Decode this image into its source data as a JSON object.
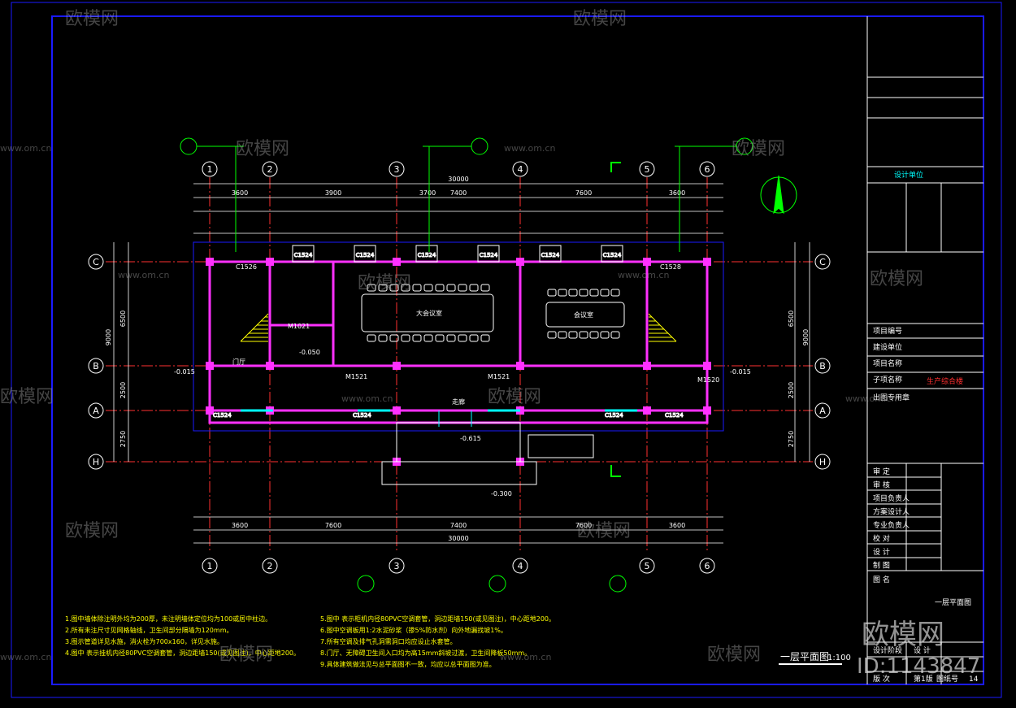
{
  "watermark": {
    "brand": "欧模网",
    "url": "www.om.cn",
    "id_label": "ID:1143847"
  },
  "colors": {
    "frame": "#1a1aff",
    "axis": "#ff3030",
    "wall": "#ff30ff",
    "dim": "#ffffff",
    "leader": "#00ff00",
    "cyan": "#00ffff",
    "yellow": "#ffff00",
    "bg": "#000000"
  },
  "axes": {
    "cols": [
      "1",
      "2",
      "3",
      "4",
      "5",
      "6"
    ],
    "rows": [
      "C",
      "B",
      "A",
      "H"
    ]
  },
  "dims": {
    "total": "30000",
    "top_bays": [
      "3600",
      "3900",
      "3700",
      "7400",
      "7600",
      "3600"
    ],
    "bottom_bays": [
      "3600",
      "7600",
      "7400",
      "7600",
      "3600"
    ],
    "left_spans": [
      "6500",
      "2500",
      "2750"
    ],
    "left_total": "9000"
  },
  "rooms": {
    "big_meeting": "大会议室",
    "meeting": "会议室",
    "c1524": "C1524",
    "c1526": "C1526",
    "c1528": "C1528",
    "m1021": "M1021",
    "m1521": "M1521",
    "m1520": "M1520",
    "lobby": "门厅",
    "corridor": "走廊"
  },
  "levels": {
    "l1": "-0.050",
    "l2": "-0.015",
    "l3": "-0.300",
    "l4": "-0.615"
  },
  "drawing": {
    "title": "一层平面图",
    "scale": "1:100"
  },
  "notes": [
    "1.图中墙体除注明外均为200厚，未注明墙体定位均为100或居中柱边。",
    "2.所有未注尺寸见网格轴线，卫生间部分隔墙为120mm。",
    "3.图示管道详见水施，消火栓为700x160，详见水施。",
    "4.图中 表示挂机内径80PVC空调套管，洞边距墙150(或见图注)，中心距地200。",
    "5.图中 表示柜机内径80PVC空调套管，洞边距墙150(或见图注)，中心距地200。",
    "6.图中空调板用1:2水泥砂浆（掺5%防水剂）向外地漏找坡1%。",
    "7.所有空调及排气孔洞需洞口均应设止水套管。",
    "8.门厅、无障碍卫生间入口均为高15mm斜坡过渡，卫生间降板50mm。",
    "9.具体建筑做法见与总平面图不一致，均应以总平面图为准。"
  ],
  "titleblock": {
    "project_no": "项目编号",
    "construction_unit": "建设单位",
    "project_name": "项目名称",
    "sub_project": "子项名称",
    "sub_project_value": "生产综合楼",
    "stamp": "出图专用章",
    "roles": [
      "审 定",
      "审 核",
      "项目负责人",
      "方案设计人",
      "专业负责人",
      "校 对",
      "设 计",
      "制 图"
    ],
    "drawing_name_label": "图 名",
    "drawing_name": "一层平面图",
    "design_phase": "设计阶段",
    "version": "版 次",
    "version_value": "第1版",
    "sheet_no": "图纸号",
    "sheet_value": "14",
    "design_label": "设 计",
    "unit": "设计单位"
  }
}
